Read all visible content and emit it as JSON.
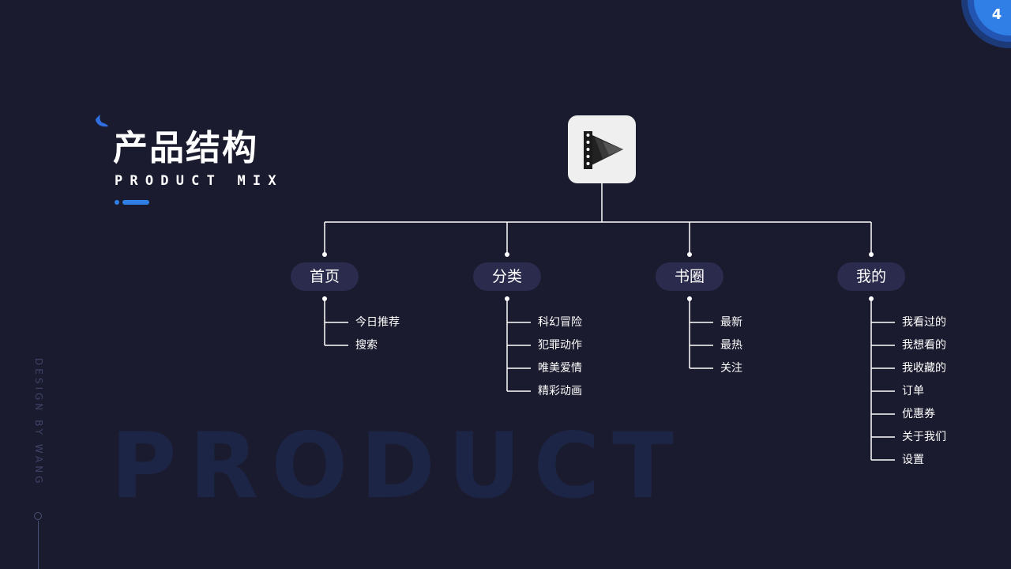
{
  "page_number": "4",
  "title": "产品结构",
  "subtitle": "PRODUCT MIX",
  "watermark": "PRODUCT",
  "side_credit": "DESIGN BY WANG",
  "colors": {
    "background": "#1b1b2f",
    "accent": "#2f7fe6",
    "node_fill": "#2b2b4d",
    "line": "#ffffff"
  },
  "root": {
    "icon": "video-play-icon"
  },
  "branches": [
    {
      "label": "首页",
      "children": [
        "今日推荐",
        "搜索"
      ]
    },
    {
      "label": "分类",
      "children": [
        "科幻冒险",
        "犯罪动作",
        "唯美爱情",
        "精彩动画"
      ]
    },
    {
      "label": "书圈",
      "children": [
        "最新",
        "最热",
        "关注"
      ]
    },
    {
      "label": "我的",
      "children": [
        "我看过的",
        "我想看的",
        "我收藏的",
        "订单",
        "优惠券",
        "关于我们",
        "设置"
      ]
    }
  ]
}
